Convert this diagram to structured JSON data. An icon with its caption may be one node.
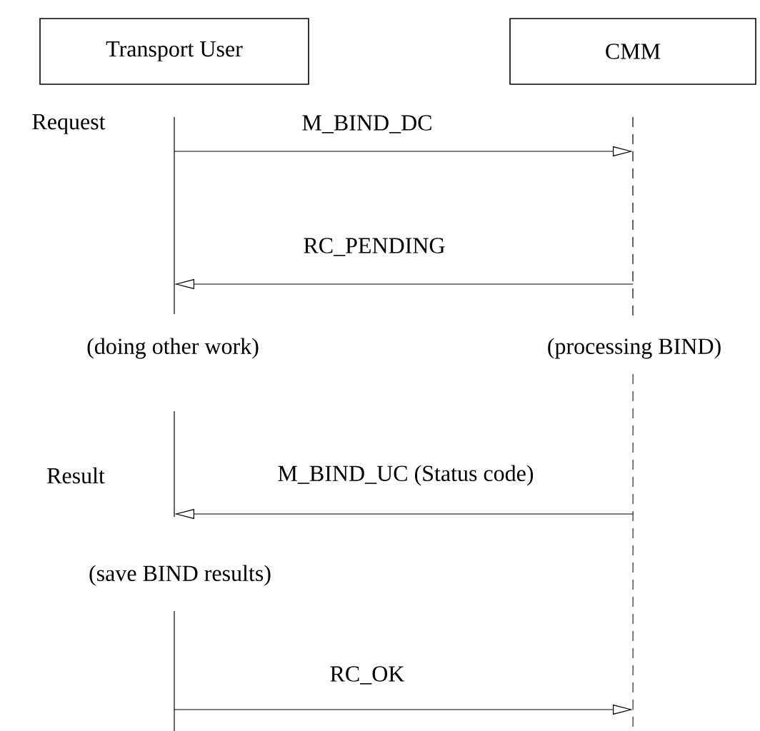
{
  "diagram": {
    "nodes": [
      {
        "text": [
          "Transport User"
        ]
      },
      {
        "text": [
          "CMM"
        ]
      }
    ],
    "edges": [
      {
        "from": 0,
        "to": 1,
        "arrow": "to",
        "label": "M_BIND_DC"
      },
      {
        "from": 1,
        "to": 0,
        "arrow": "to",
        "label": "RC_PENDING"
      },
      {
        "from": 1,
        "to": 0,
        "arrow": "to",
        "label": "M_BIND_UC (Status code)"
      },
      {
        "from": 0,
        "to": 1,
        "arrow": "to",
        "label": "RC_OK"
      }
    ],
    "labels": [
      "Request",
      "(doing other work)",
      "(processing BIND)",
      "Result",
      "(save BIND results)"
    ]
  }
}
